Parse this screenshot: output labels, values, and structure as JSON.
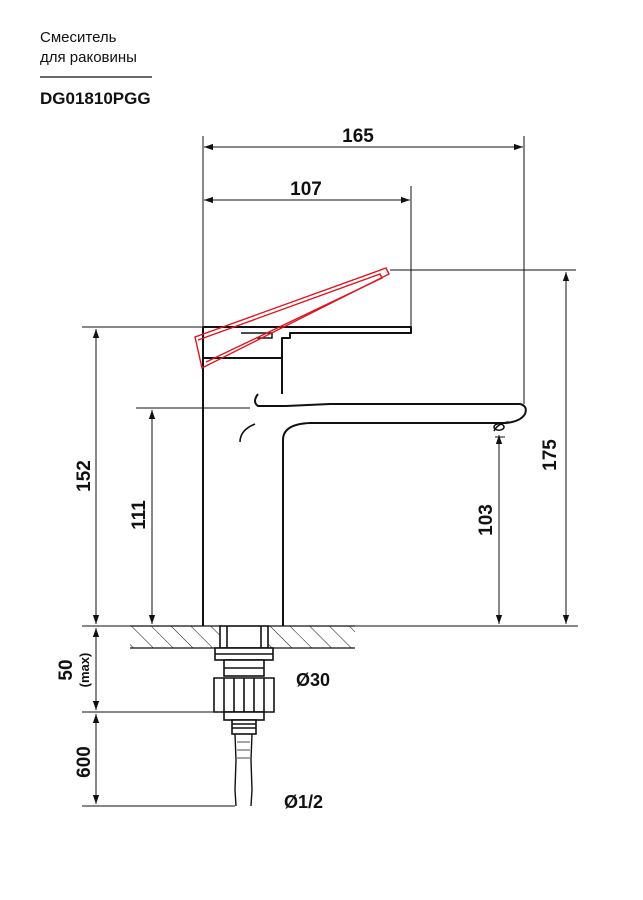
{
  "product": {
    "title_line1": "Смеситель",
    "title_line2": "для раковины",
    "model": "DG01810PGG"
  },
  "dimensions": {
    "overall_width": "165",
    "handle_length": "107",
    "total_height": "175",
    "body_height": "152",
    "spout_clearance": "111",
    "aerator_height": "103",
    "max_counter_thickness": "50",
    "max_label": "(max)",
    "hose_length": "600",
    "thread_diameter": "Ø30",
    "inlet_diameter": "Ø1/2"
  },
  "colors": {
    "line": "#111111",
    "highlight": "#e0141e"
  }
}
